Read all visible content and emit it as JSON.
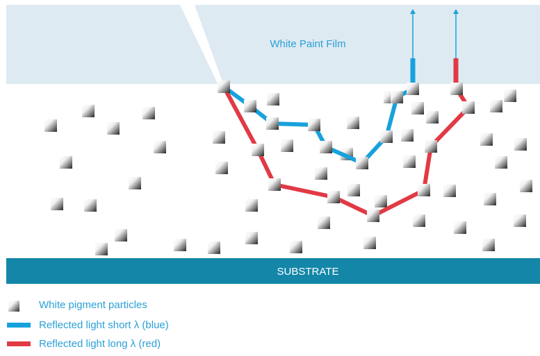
{
  "diagram": {
    "film_label": "White Paint Film",
    "substrate_label": "SUBSTRATE",
    "colors": {
      "film_bg": "#deeaf2",
      "substrate": "#1486a8",
      "text_blue": "#2aa0d6",
      "blue_path": "#17a2dc",
      "red_path": "#e13a44",
      "incident_light": "#ffffff"
    }
  },
  "legend": {
    "particles": "White pigment particles",
    "blue": "Reflected light short  λ (blue)",
    "red": "Reflected light long λ (red)"
  }
}
